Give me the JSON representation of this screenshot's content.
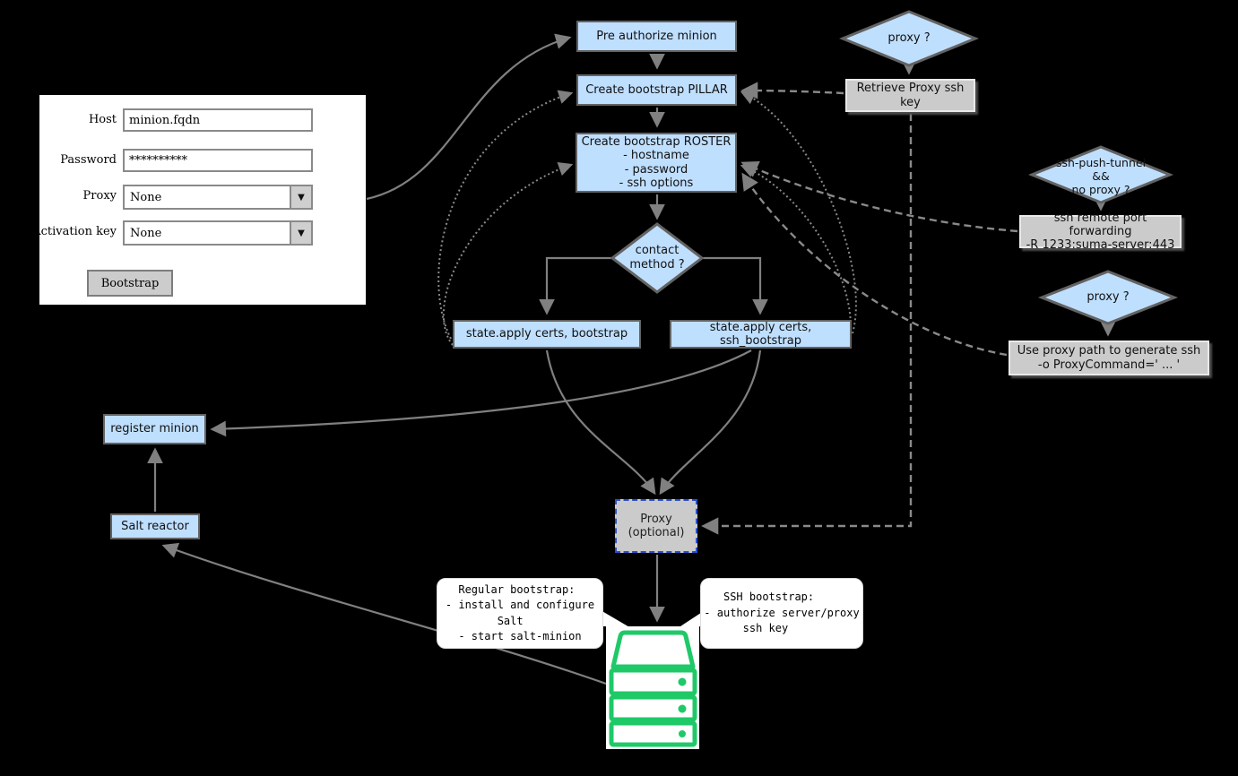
{
  "form": {
    "host_label": "Host",
    "host_value": "minion.fqdn",
    "password_label": "Password",
    "password_value": "**********",
    "proxy_label": "Proxy",
    "proxy_value": "None",
    "activation_label": "Activation key",
    "activation_value": "None",
    "bootstrap_button": "Bootstrap",
    "dropdown_arrow": "▼"
  },
  "nodes": {
    "pre_authorize": {
      "label": "Pre authorize minion"
    },
    "pillar": {
      "label": "Create bootstrap PILLAR"
    },
    "roster": {
      "label": "Create bootstrap ROSTER\n- hostname\n- password\n- ssh options"
    },
    "contact_method": {
      "label": "contact\nmethod ?"
    },
    "proxy_q_top": {
      "label": "proxy ?"
    },
    "retrieve_key": {
      "label": "Retrieve Proxy ssh key"
    },
    "tunnel_q": {
      "label": "ssh-push-tunnel\n&&\nno proxy ?"
    },
    "port_forwarding": {
      "label": "ssh remote port forwarding\n-R 1233:suma-server:443"
    },
    "proxy_q_mid": {
      "label": "proxy ?"
    },
    "proxy_path": {
      "label": "Use proxy path to generate ssh\n-o ProxyCommand=' ... '"
    },
    "apply_bootstrap": {
      "label": "state.apply certs, bootstrap"
    },
    "apply_ssh_bootstrap": {
      "label": "state.apply certs, ssh_bootstrap"
    },
    "register_minion": {
      "label": "register minion"
    },
    "salt_reactor": {
      "label": "Salt reactor"
    },
    "proxy_optional": {
      "label": "Proxy\n(optional)"
    }
  },
  "callouts": {
    "regular": {
      "label": "  Regular bootstrap:\n- install and configure\n        Salt\n  - start salt-minion"
    },
    "ssh": {
      "label": "   SSH bootstrap:\n- authorize server/proxy\n      ssh key"
    }
  },
  "colors": {
    "background": "#000000",
    "node_fill": "#BFDFFF",
    "node_border": "#636363",
    "gray_fill": "#CBCBCB",
    "arrow_gray": "#808080",
    "server_green": "#1FC968",
    "proxy_dashed_border": "#2A4FCE"
  }
}
